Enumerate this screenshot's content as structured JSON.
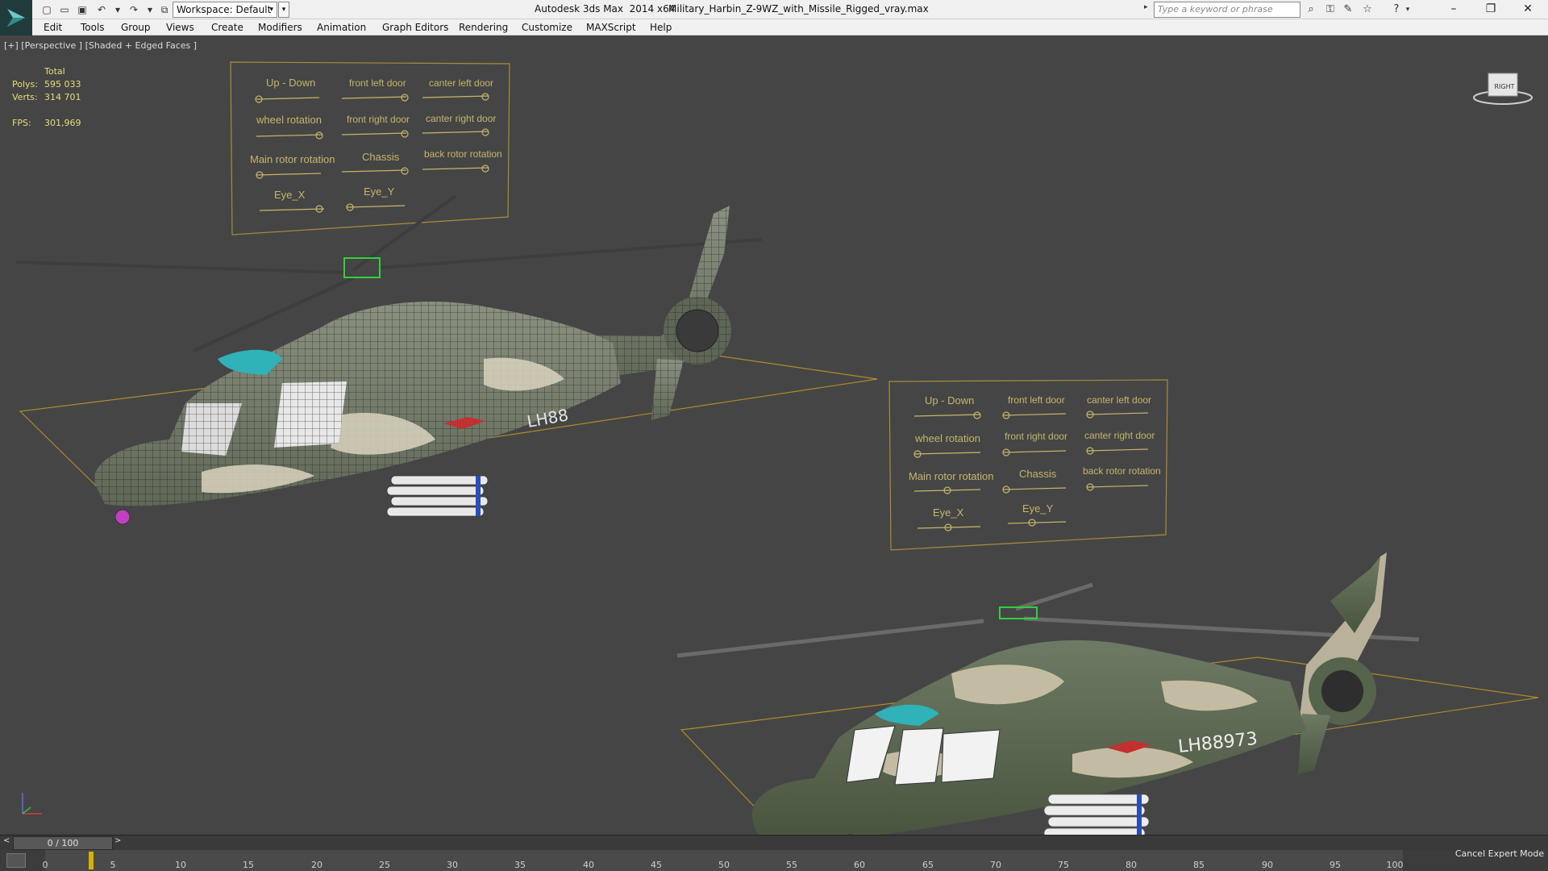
{
  "titlebar": {
    "workspace_label": "Workspace: Default",
    "app_name": "Autodesk 3ds Max  2014 x64",
    "file_name": "Military_Harbin_Z-9WZ_with_Missile_Rigged_vray.max",
    "search_placeholder": "Type a keyword or phrase"
  },
  "menu": [
    "Edit",
    "Tools",
    "Group",
    "Views",
    "Create",
    "Modifiers",
    "Animation",
    "Graph Editors",
    "Rendering",
    "Customize",
    "MAXScript",
    "Help"
  ],
  "viewport": {
    "label": "[+] [Perspective ] [Shaded + Edged Faces ]",
    "stats": {
      "total_label": "Total",
      "polys_label": "Polys:",
      "polys_value": "595 033",
      "verts_label": "Verts:",
      "verts_value": "314 701",
      "fps_label": "FPS:",
      "fps_value": "301,969"
    },
    "viewcube_label": "RIGHT"
  },
  "rig_panel_1": {
    "labels": [
      "Up - Down",
      "front left door",
      "canter left door",
      "wheel rotation",
      "front right door",
      "canter right door",
      "Main rotor rotation",
      "Chassis",
      "back rotor rotation",
      "Eye_X",
      "Eye_Y"
    ]
  },
  "rig_panel_2": {
    "labels": [
      "Up - Down",
      "front left door",
      "canter left door",
      "wheel rotation",
      "front right door",
      "canter right door",
      "Main rotor rotation",
      "Chassis",
      "back rotor rotation",
      "Eye_X",
      "Eye_Y"
    ]
  },
  "helicopter_1": {
    "tail_code": "LH88"
  },
  "helicopter_2": {
    "tail_code": "LH88973"
  },
  "timeline": {
    "frame_display": "0 / 100",
    "ticks": [
      "0",
      "5",
      "10",
      "15",
      "20",
      "25",
      "30",
      "35",
      "40",
      "45",
      "50",
      "55",
      "60",
      "65",
      "70",
      "75",
      "80",
      "85",
      "90",
      "95",
      "100"
    ],
    "cancel_expert_label": "Cancel Expert Mode"
  },
  "colors": {
    "viewport_bg": "#454545",
    "panel_gold": "#c7b56b",
    "stats_yellow": "#e8dc7a",
    "camo_green": "#5b6b52",
    "camo_sand": "#bdb49a"
  }
}
